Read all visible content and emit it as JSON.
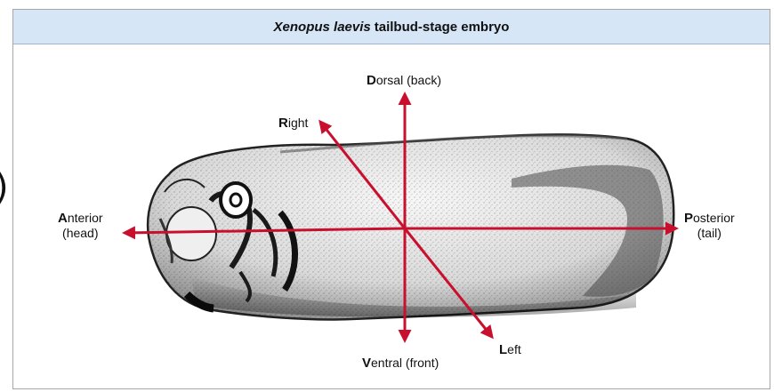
{
  "title": {
    "italic": "Xenopus laevis",
    "rest": "tailbud-stage embryo"
  },
  "labels": {
    "dorsal": {
      "initial": "D",
      "rest": "orsal (back)"
    },
    "ventral": {
      "initial": "V",
      "rest": "entral (front)"
    },
    "right": {
      "initial": "R",
      "rest": "ight"
    },
    "left": {
      "initial": "L",
      "rest": "eft"
    },
    "anterior": {
      "initial": "A",
      "rest": "nterior",
      "sub": "(head)"
    },
    "posterior": {
      "initial": "P",
      "rest": "osterior",
      "sub": "(tail)"
    }
  },
  "side_glyph": ")",
  "colors": {
    "arrow": "#c8102e",
    "header_bg": "#d6e6f6",
    "embryo_light": "#f2f2f2",
    "embryo_dark": "#2a2a2a"
  }
}
